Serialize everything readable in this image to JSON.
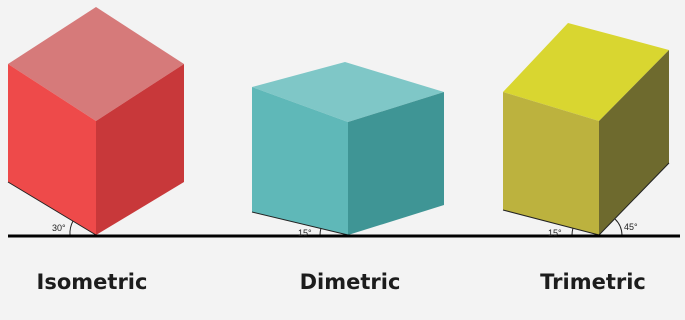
{
  "projections": [
    {
      "name": "Isometric",
      "angles": [
        "30°"
      ],
      "colors": {
        "top": "#d67a7a",
        "left": "#ee4a4a",
        "right": "#c8383a"
      }
    },
    {
      "name": "Dimetric",
      "angles": [
        "15°"
      ],
      "colors": {
        "top": "#7fc7c7",
        "left": "#5fb8b8",
        "right": "#3f9595"
      }
    },
    {
      "name": "Trimetric",
      "angles": [
        "15°",
        "45°"
      ],
      "colors": {
        "top": "#d9d630",
        "left": "#bcb23e",
        "right": "#6e6a2e"
      }
    }
  ],
  "ground_line_color": "#000000"
}
